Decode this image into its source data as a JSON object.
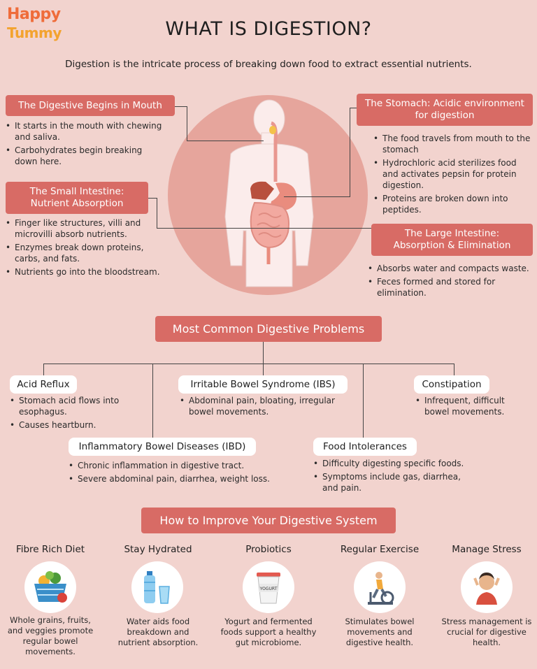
{
  "brand": {
    "line1": "Happy",
    "line2": "Tummy"
  },
  "title": "WHAT IS DIGESTION?",
  "intro": "Digestion is the intricate process of breaking down food to extract essential nutrients.",
  "sections": {
    "mouth": {
      "heading": "The Digestive Begins in Mouth",
      "bullets": [
        "It starts in the mouth with chewing and saliva.",
        "Carbohydrates begin breaking down here."
      ]
    },
    "stomach": {
      "heading_line1": "The Stomach: Acidic environment",
      "heading_line2": "for digestion",
      "bullets": [
        "The food travels from mouth to the stomach",
        "Hydrochloric acid sterilizes food and activates pepsin for protein digestion.",
        "Proteins are broken down into peptides."
      ]
    },
    "small": {
      "heading_line1": "The Small Intestine:",
      "heading_line2": "Nutrient Absorption",
      "bullets": [
        "Finger like structures, villi and microvilli absorb nutrients.",
        "Enzymes break down proteins, carbs, and fats.",
        "Nutrients go into the bloodstream."
      ]
    },
    "large": {
      "heading_line1": "The Large Intestine:",
      "heading_line2": "Absorption & Elimination",
      "bullets": [
        "Absorbs water and compacts waste.",
        "Feces formed and stored for elimination."
      ]
    }
  },
  "problems": {
    "heading": "Most Common Digestive Problems",
    "reflux": {
      "name": "Acid Reflux",
      "bullets": [
        "Stomach acid flows into esophagus.",
        "Causes heartburn."
      ]
    },
    "ibs": {
      "name": "Irritable Bowel Syndrome (IBS)",
      "bullets": [
        "Abdominal pain, bloating, irregular bowel movements."
      ]
    },
    "constipation": {
      "name": "Constipation",
      "bullets": [
        "Infrequent, difficult bowel movements."
      ]
    },
    "ibd": {
      "name": "Inflammatory Bowel Diseases (IBD)",
      "bullets": [
        "Chronic inflammation in digestive tract.",
        "Severe abdominal pain, diarrhea, weight loss."
      ]
    },
    "intolerance": {
      "name": "Food Intolerances",
      "bullets": [
        "Difficulty digesting specific foods.",
        "Symptoms include gas, diarrhea, and pain."
      ]
    }
  },
  "improve": {
    "heading": "How to Improve Your Digestive System",
    "yogurt_label": "YOGURT",
    "tips": [
      {
        "name": "Fibre Rich Diet",
        "icon": "vegetable-basket-icon",
        "desc": "Whole grains, fruits, and veggies promote regular bowel movements."
      },
      {
        "name": "Stay Hydrated",
        "icon": "water-bottle-icon",
        "desc": "Water aids food breakdown and nutrient absorption."
      },
      {
        "name": "Probiotics",
        "icon": "yogurt-cup-icon",
        "desc": "Yogurt and fermented foods support a healthy gut microbiome."
      },
      {
        "name": "Regular Exercise",
        "icon": "exercise-bike-icon",
        "desc": "Stimulates bowel movements and digestive health."
      },
      {
        "name": "Manage Stress",
        "icon": "stressed-person-icon",
        "desc": "Stress management is crucial for digestive health."
      }
    ]
  },
  "colors": {
    "background": "#f2d3ce",
    "pill": "#d86b65",
    "circle": "#e6a59c",
    "brand_orange": "#ef6c3a",
    "brand_yellow": "#f3a32f"
  }
}
